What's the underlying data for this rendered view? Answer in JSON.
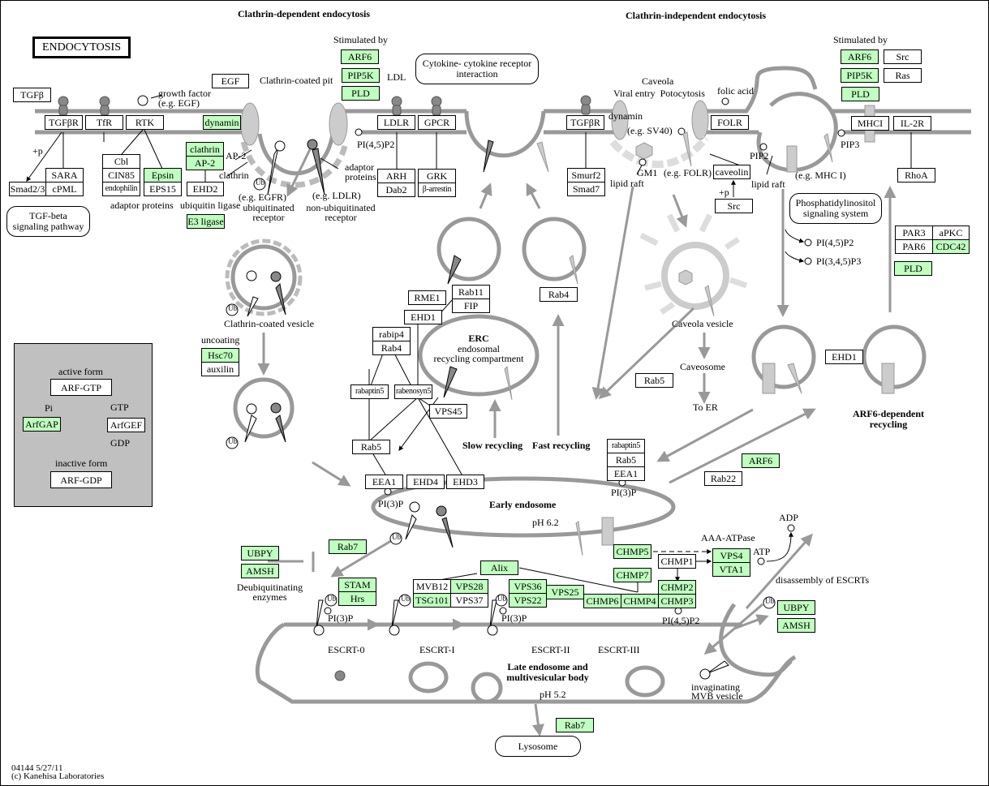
{
  "title": "ENDOCYTOSIS",
  "sections": {
    "clathrin_dependent": "Clathrin-dependent endocytosis",
    "clathrin_independent": "Clathrin-independent endocytosis",
    "arf6_recycling": [
      "ARF6-dependent",
      "recycling"
    ],
    "slow_recycling": "Slow recycling",
    "fast_recycling": "Fast recycling",
    "early_endosome": "Early endosome",
    "late_endosome": [
      "Late endosome and",
      "multivesicular body"
    ]
  },
  "labels": {
    "stimulated_by_left": "Stimulated by",
    "stimulated_by_right": "Stimulated by",
    "growth_factor": [
      "growth factor",
      "(e.g. EGF)"
    ],
    "clathrin_coated_pit": "Clathrin-coated pit",
    "ldl": "LDL",
    "pi45p2_top": "PI(4,5)P2",
    "plus_p_left": "+p",
    "ap2_label": "AP-2",
    "clathrin_label": "clathrin",
    "adaptor_proteins_label": [
      "adaptor",
      "proteins"
    ],
    "adaptor_proteins": "adaptor proteins",
    "ubiquitin_ligase": "ubiquitin ligase",
    "eg_egfr": "(e.g. EGFR)",
    "ubiquitinated_receptor": [
      "ubiquitinated",
      "receptor"
    ],
    "eg_ldlr": "(e.g. LDLR)",
    "non_ubiquitinated_receptor": [
      "non-ubiquitinated",
      "receptor"
    ],
    "caveola": "Caveola",
    "viral_entry_potocytosis": "Viral entry  Potocytosis",
    "dynamin_label": "dynamin",
    "eg_sv40": "(e.g. SV40)",
    "gm1": "GM1",
    "lipid_raft_1": "lipid raft",
    "eg_folr": "(e.g. FOLR)",
    "folic_acid": "folic acid",
    "plus_p_src": "+p",
    "pip2": "PIP2",
    "lipid_raft_2": "lipid raft",
    "eg_mhc1": "(e.g. MHC I)",
    "pip3": "PIP3",
    "pi45p2_right": "PI(4,5)P2",
    "pi345p3_right": "PI(3,4,5)P3",
    "clathrin_coated_vesicle": "Clathrin-coated vesicle",
    "uncoating": "uncoating",
    "caveola_vesicle": "Caveola vesicle",
    "caveosome": "Caveosome",
    "to_er": "To ER",
    "erc_title": "ERC",
    "erc_sub": [
      "endosomal",
      "recycling compartment"
    ],
    "pi3p_ee_left": "PI(3)P",
    "pi3p_ee_right": "PI(3)P",
    "ph62": "pH 6.2",
    "aaa_atpase": "AAA-ATPase",
    "adp": "ADP",
    "atp": "ATP",
    "disassembly": "disassembly of ESCRTs",
    "deubiquitinating": [
      "Deubiquitinating",
      "enzymes"
    ],
    "pi3p_mvb_1": "PI(3)P",
    "pi3p_mvb_2": "PI(3)P",
    "pi45p2_mvb": "PI(4,5)P2",
    "escrt0": "ESCRT-0",
    "escrt1": "ESCRT-I",
    "escrt2": "ESCRT-II",
    "escrt3": "ESCRT-III",
    "ph52": "pH 5.2",
    "invaginating": [
      "invaginating",
      "MVB vesicle"
    ],
    "ub": "Ub",
    "footer_id": "04144 5/27/11",
    "footer_copy": "(c) Kanehisa Laboratories"
  },
  "pathway_links": {
    "tgf_beta": [
      "TGF-beta",
      "signaling pathway"
    ],
    "cytokine": [
      "Cytokine- cytokine receptor",
      "interaction"
    ],
    "phosphatidylinositol": [
      "Phosphatidylinositol",
      "signaling system"
    ],
    "lysosome": "Lysosome"
  },
  "inset": {
    "active_form": "active form",
    "arf_gtp": "ARF-GTP",
    "pi": "Pi",
    "gtp": "GTP",
    "arfgap": "ArfGAP",
    "arfgef": "ArfGEF",
    "gdp": "GDP",
    "inactive_form": "inactive form",
    "arf_gdp": "ARF-GDP"
  },
  "genes": {
    "tgfb": "TGFβ",
    "egf": "EGF",
    "tgfbr1": "TGFβR",
    "tfr": "TfR",
    "rtk": "RTK",
    "dynamin": "dynamin",
    "smad23": "Smad2/3",
    "sara": "SARA",
    "cpml": "cPML",
    "cbl": "Cbl",
    "cin85": "CIN85",
    "endophilin": "endophilin",
    "epsin": "Epsin",
    "eps15": "EPS15",
    "clathrin": "clathrin",
    "ap2": "AP-2",
    "ehd2": "EHD2",
    "e3ligase": "E3 ligase",
    "arf6_a": "ARF6",
    "pip5k_a": "PIP5K",
    "pld_a": "PLD",
    "ldlr": "LDLR",
    "gpcr": "GPCR",
    "arh": "ARH",
    "dab2": "Dab2",
    "grk": "GRK",
    "barrestin": "β-arrestin",
    "tgfbr2": "TGFβR",
    "smurf2": "Smurf2",
    "smad7": "Smad7",
    "folr": "FOLR",
    "caveolin": "caveolin",
    "src_cav": "Src",
    "arf6_b": "ARF6",
    "src_b": "Src",
    "pip5k_b": "PIP5K",
    "ras": "Ras",
    "pld_b": "PLD",
    "mhc1": "MHCI",
    "il2r": "IL-2R",
    "rhoa": "RhoA",
    "par3": "PAR3",
    "apkc": "aPKC",
    "par6": "PAR6",
    "cdc42": "CDC42",
    "pld_c": "PLD",
    "hsc70": "Hsc70",
    "auxilin": "auxilin",
    "rme1": "RME1",
    "rab11": "Rab11",
    "fip": "FIP",
    "ehd1_a": "EHD1",
    "rabip4": "rabip4",
    "rab4_a": "Rab4",
    "rabaptin5_a": "rabaptin5",
    "rabenosyn5": "rabenosyn5",
    "vps45": "VPS45",
    "rab5_a": "Rab5",
    "eea1_a": "EEA1",
    "ehd4": "EHD4",
    "ehd3": "EHD3",
    "rab4_b": "Rab4",
    "rabaptin5_b": "rabaptin5",
    "rab5_b": "Rab5",
    "eea1_b": "EEA1",
    "rab5_c": "Rab5",
    "ehd1_b": "EHD1",
    "arf6_c": "ARF6",
    "rab22": "Rab22",
    "ubpy_a": "UBPY",
    "amsh_a": "AMSH",
    "rab7_a": "Rab7",
    "stam": "STAM",
    "hrs": "Hrs",
    "alix": "Alix",
    "mvb12": "MVB12",
    "vps28": "VPS28",
    "tsg101": "TSG101",
    "vps37": "VPS37",
    "vps36": "VPS36",
    "vps22": "VPS22",
    "vps25": "VPS25",
    "chmp6": "CHMP6",
    "chmp4": "CHMP4",
    "chmp7": "CHMP7",
    "chmp2": "CHMP2",
    "chmp3": "CHMP3",
    "chmp5": "CHMP5",
    "chmp1": "CHMP1",
    "vps4": "VPS4",
    "vta1": "VTA1",
    "ubpy_b": "UBPY",
    "amsh_b": "AMSH",
    "rab7_b": "Rab7"
  },
  "colors": {
    "highlight_gene": "#bfffbf",
    "membrane": "#999999",
    "inset_background": "#c0c0c0"
  }
}
